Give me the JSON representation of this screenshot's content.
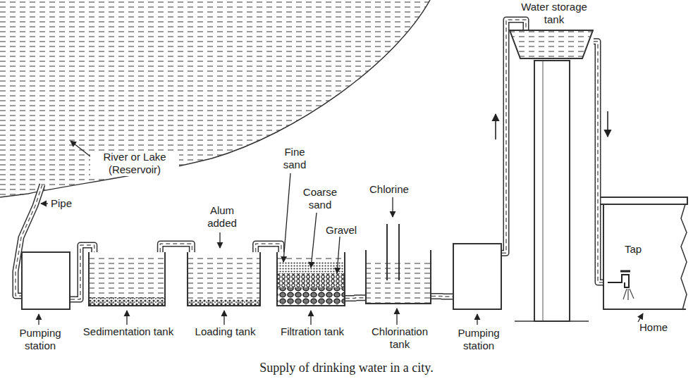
{
  "diagram": {
    "caption": "Supply of drinking water in a city.",
    "nodes": [
      {
        "text": [
          "River or Lake (Reservoir)"
        ]
      },
      {
        "text": [
          "Pumping station"
        ]
      },
      {
        "text": [
          "Sedimentation tank"
        ]
      },
      {
        "text": [
          "Loading tank"
        ]
      },
      {
        "text": [
          "Filtration tank"
        ]
      },
      {
        "text": [
          "Chlorination tank"
        ]
      },
      {
        "text": [
          "Pumping station"
        ]
      },
      {
        "text": [
          "Water storage tank"
        ]
      },
      {
        "text": [
          "Home"
        ]
      }
    ],
    "edges": [
      {
        "from": 0,
        "to": 1,
        "arrow": "none"
      },
      {
        "from": 1,
        "to": 2,
        "arrow": "none"
      },
      {
        "from": 2,
        "to": 3,
        "arrow": "none"
      },
      {
        "from": 3,
        "to": 4,
        "arrow": "none"
      },
      {
        "from": 4,
        "to": 5,
        "arrow": "none"
      },
      {
        "from": 5,
        "to": 6,
        "arrow": "none"
      },
      {
        "from": 6,
        "to": 7,
        "arrow": "none"
      },
      {
        "from": 7,
        "to": 8,
        "arrow": "none"
      }
    ],
    "labels": [
      "Pipe",
      "Alum added",
      "Fine sand",
      "Coarse sand",
      "Gravel",
      "Chlorine",
      "Tap"
    ]
  }
}
